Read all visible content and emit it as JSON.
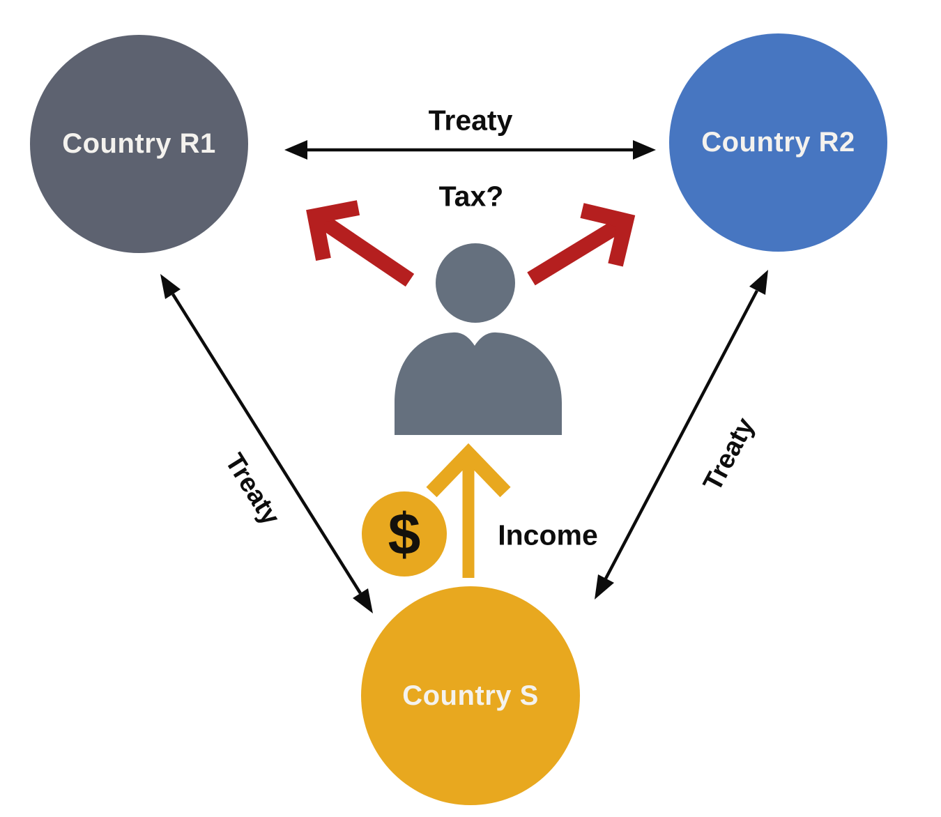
{
  "diagram": {
    "nodes": [
      {
        "id": "country-r1",
        "label": "Country R1"
      },
      {
        "id": "country-r2",
        "label": "Country R2"
      },
      {
        "id": "country-s",
        "label": "Country S"
      }
    ],
    "edges": [
      {
        "from": "country-r1",
        "to": "country-r2",
        "label": "Treaty",
        "style": "double-headed-arrow"
      },
      {
        "from": "country-r1",
        "to": "country-s",
        "label": "Treaty",
        "style": "double-headed-arrow"
      },
      {
        "from": "country-r2",
        "to": "country-s",
        "label": "Treaty",
        "style": "double-headed-arrow"
      },
      {
        "from": "person",
        "to": "country-r1",
        "label": "Tax?",
        "style": "red-arrow"
      },
      {
        "from": "person",
        "to": "country-r2",
        "label": "Tax?",
        "style": "red-arrow"
      },
      {
        "from": "country-s",
        "to": "person",
        "label": "Income",
        "style": "gold-arrow"
      }
    ],
    "labels": {
      "treaty_top": "Treaty",
      "treaty_left": "Treaty",
      "treaty_right": "Treaty",
      "tax_question": "Tax?",
      "income": "Income",
      "dollar_sign": "$"
    },
    "icons": {
      "person": "person-silhouette",
      "coin": "dollar-coin"
    },
    "colors": {
      "r1_fill": "#5d6270",
      "r2_fill": "#4776c1",
      "s_fill": "#e8a81f",
      "coin_fill": "#e8a81f",
      "red_arrow": "#b51f1f",
      "black_arrow": "#0c0c0c",
      "person_fill": "#65707e",
      "node_text": "#f4f2ee",
      "label_text": "#0d0d0d"
    }
  }
}
